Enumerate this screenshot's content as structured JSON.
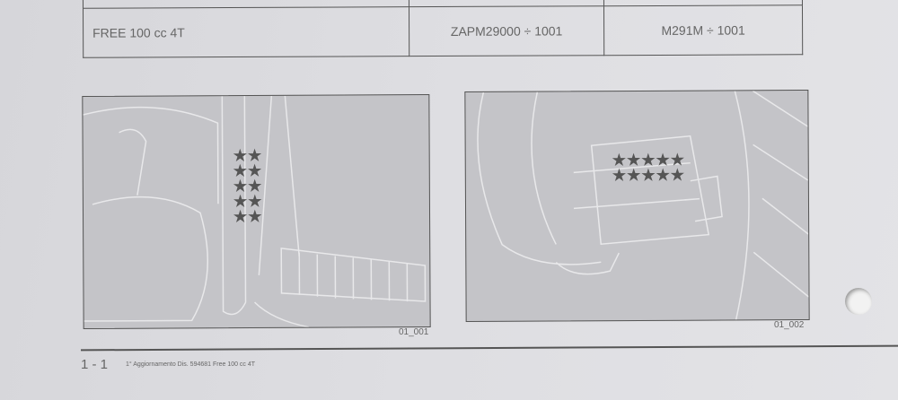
{
  "table": {
    "rows": [
      {
        "model": "",
        "frame": "",
        "engine": ""
      },
      {
        "model": "FREE 100 cc 4T",
        "frame": "ZAPM29000 ÷ 1001",
        "engine": "M291M ÷ 1001"
      }
    ]
  },
  "figures": [
    {
      "stars": [
        "★★",
        "★★",
        "★★",
        "★★",
        "★★"
      ],
      "label": "01_001"
    },
    {
      "stars": [
        "★★★★★",
        "★★★★★"
      ],
      "label": "01_002"
    }
  ],
  "footer": {
    "page_number": "1 - 1",
    "note": "1° Aggiornamento Dis. 594681 Free 100 cc 4T"
  }
}
